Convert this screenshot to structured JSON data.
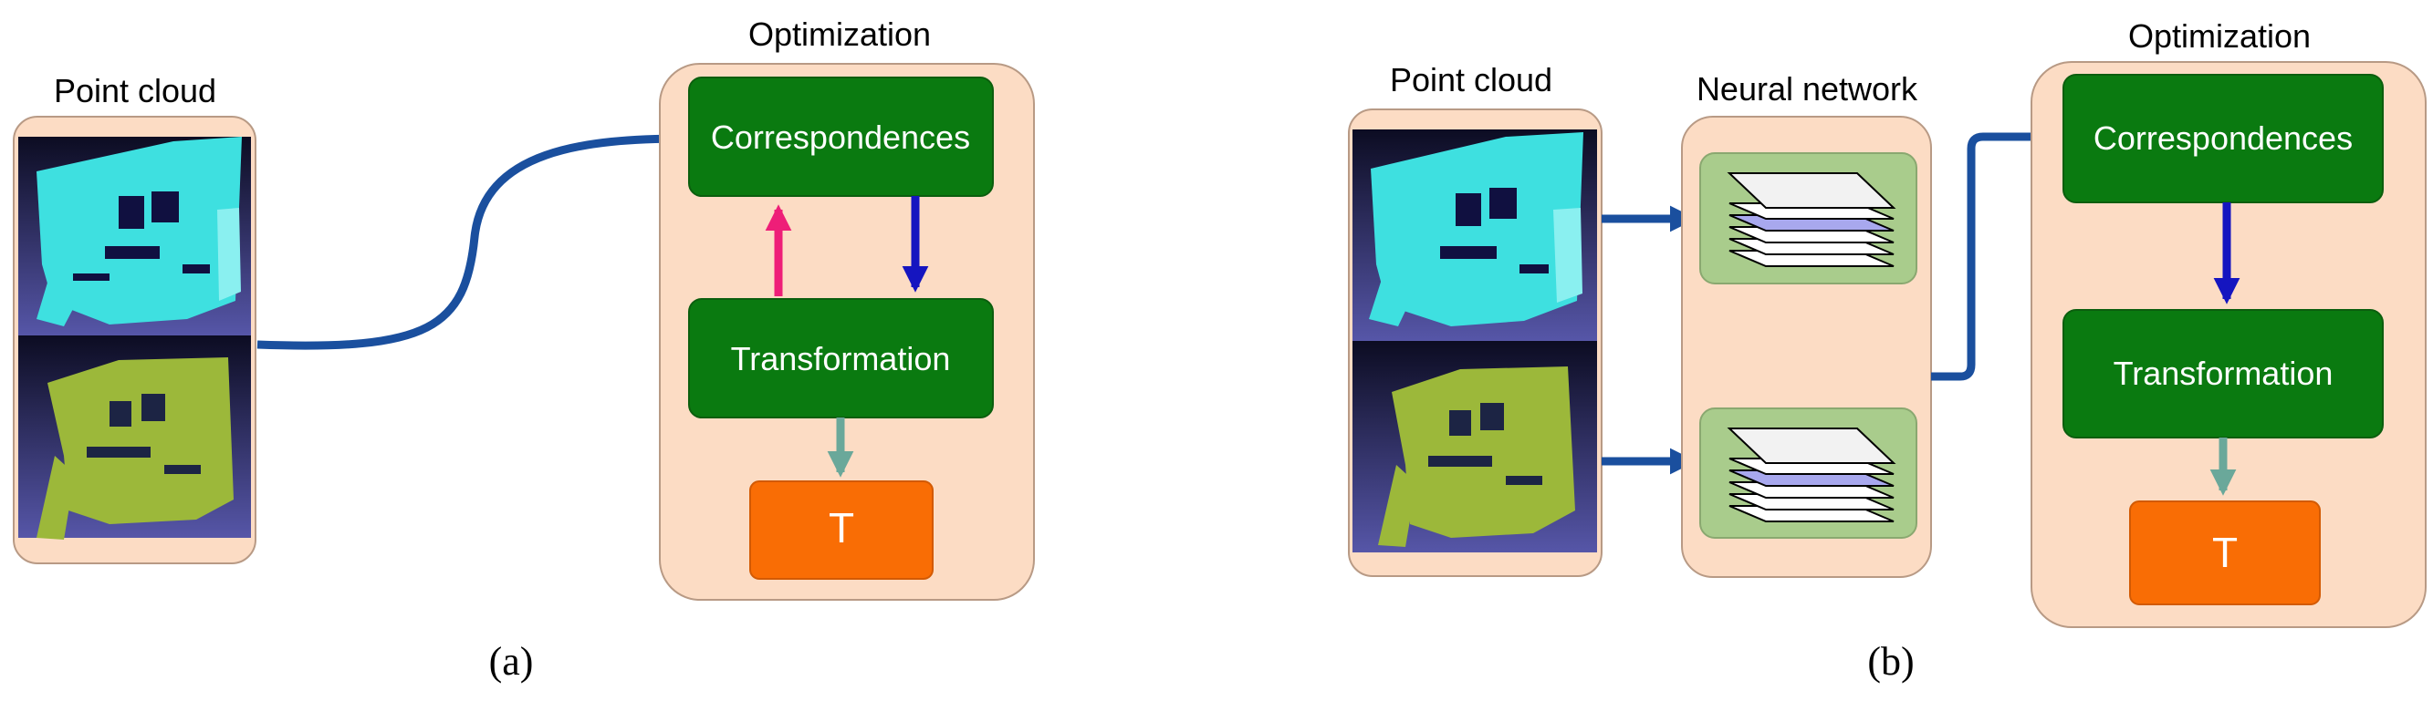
{
  "panel_a": {
    "point_cloud_label": "Point cloud",
    "optimization_label": "Optimization",
    "correspondences": "Correspondences",
    "transformation": "Transformation",
    "result": "T",
    "caption": "(a)"
  },
  "panel_b": {
    "point_cloud_label": "Point cloud",
    "network_label": "Neural network",
    "optimization_label": "Optimization",
    "correspondences": "Correspondences",
    "transformation": "Transformation",
    "result": "T",
    "caption": "(b)"
  },
  "colors": {
    "panel_fill": "#fcdcc4",
    "panel_stroke": "#b89a85",
    "step_green": "#0a7a10",
    "step_green_stroke": "#0b5e0e",
    "result_orange": "#f96d05",
    "arrow_blue": "#1a4f9e",
    "arrow_darkblue": "#1515c0",
    "arrow_pink": "#ee1e78",
    "arrow_teal": "#6aa89a",
    "cloud_cyan": "#3ee0e0",
    "cloud_olive": "#9cb83a",
    "cloud_background": "#3f3f8e",
    "layer_block": "#a9cc8c",
    "layer_purple": "#a8a8ee"
  }
}
